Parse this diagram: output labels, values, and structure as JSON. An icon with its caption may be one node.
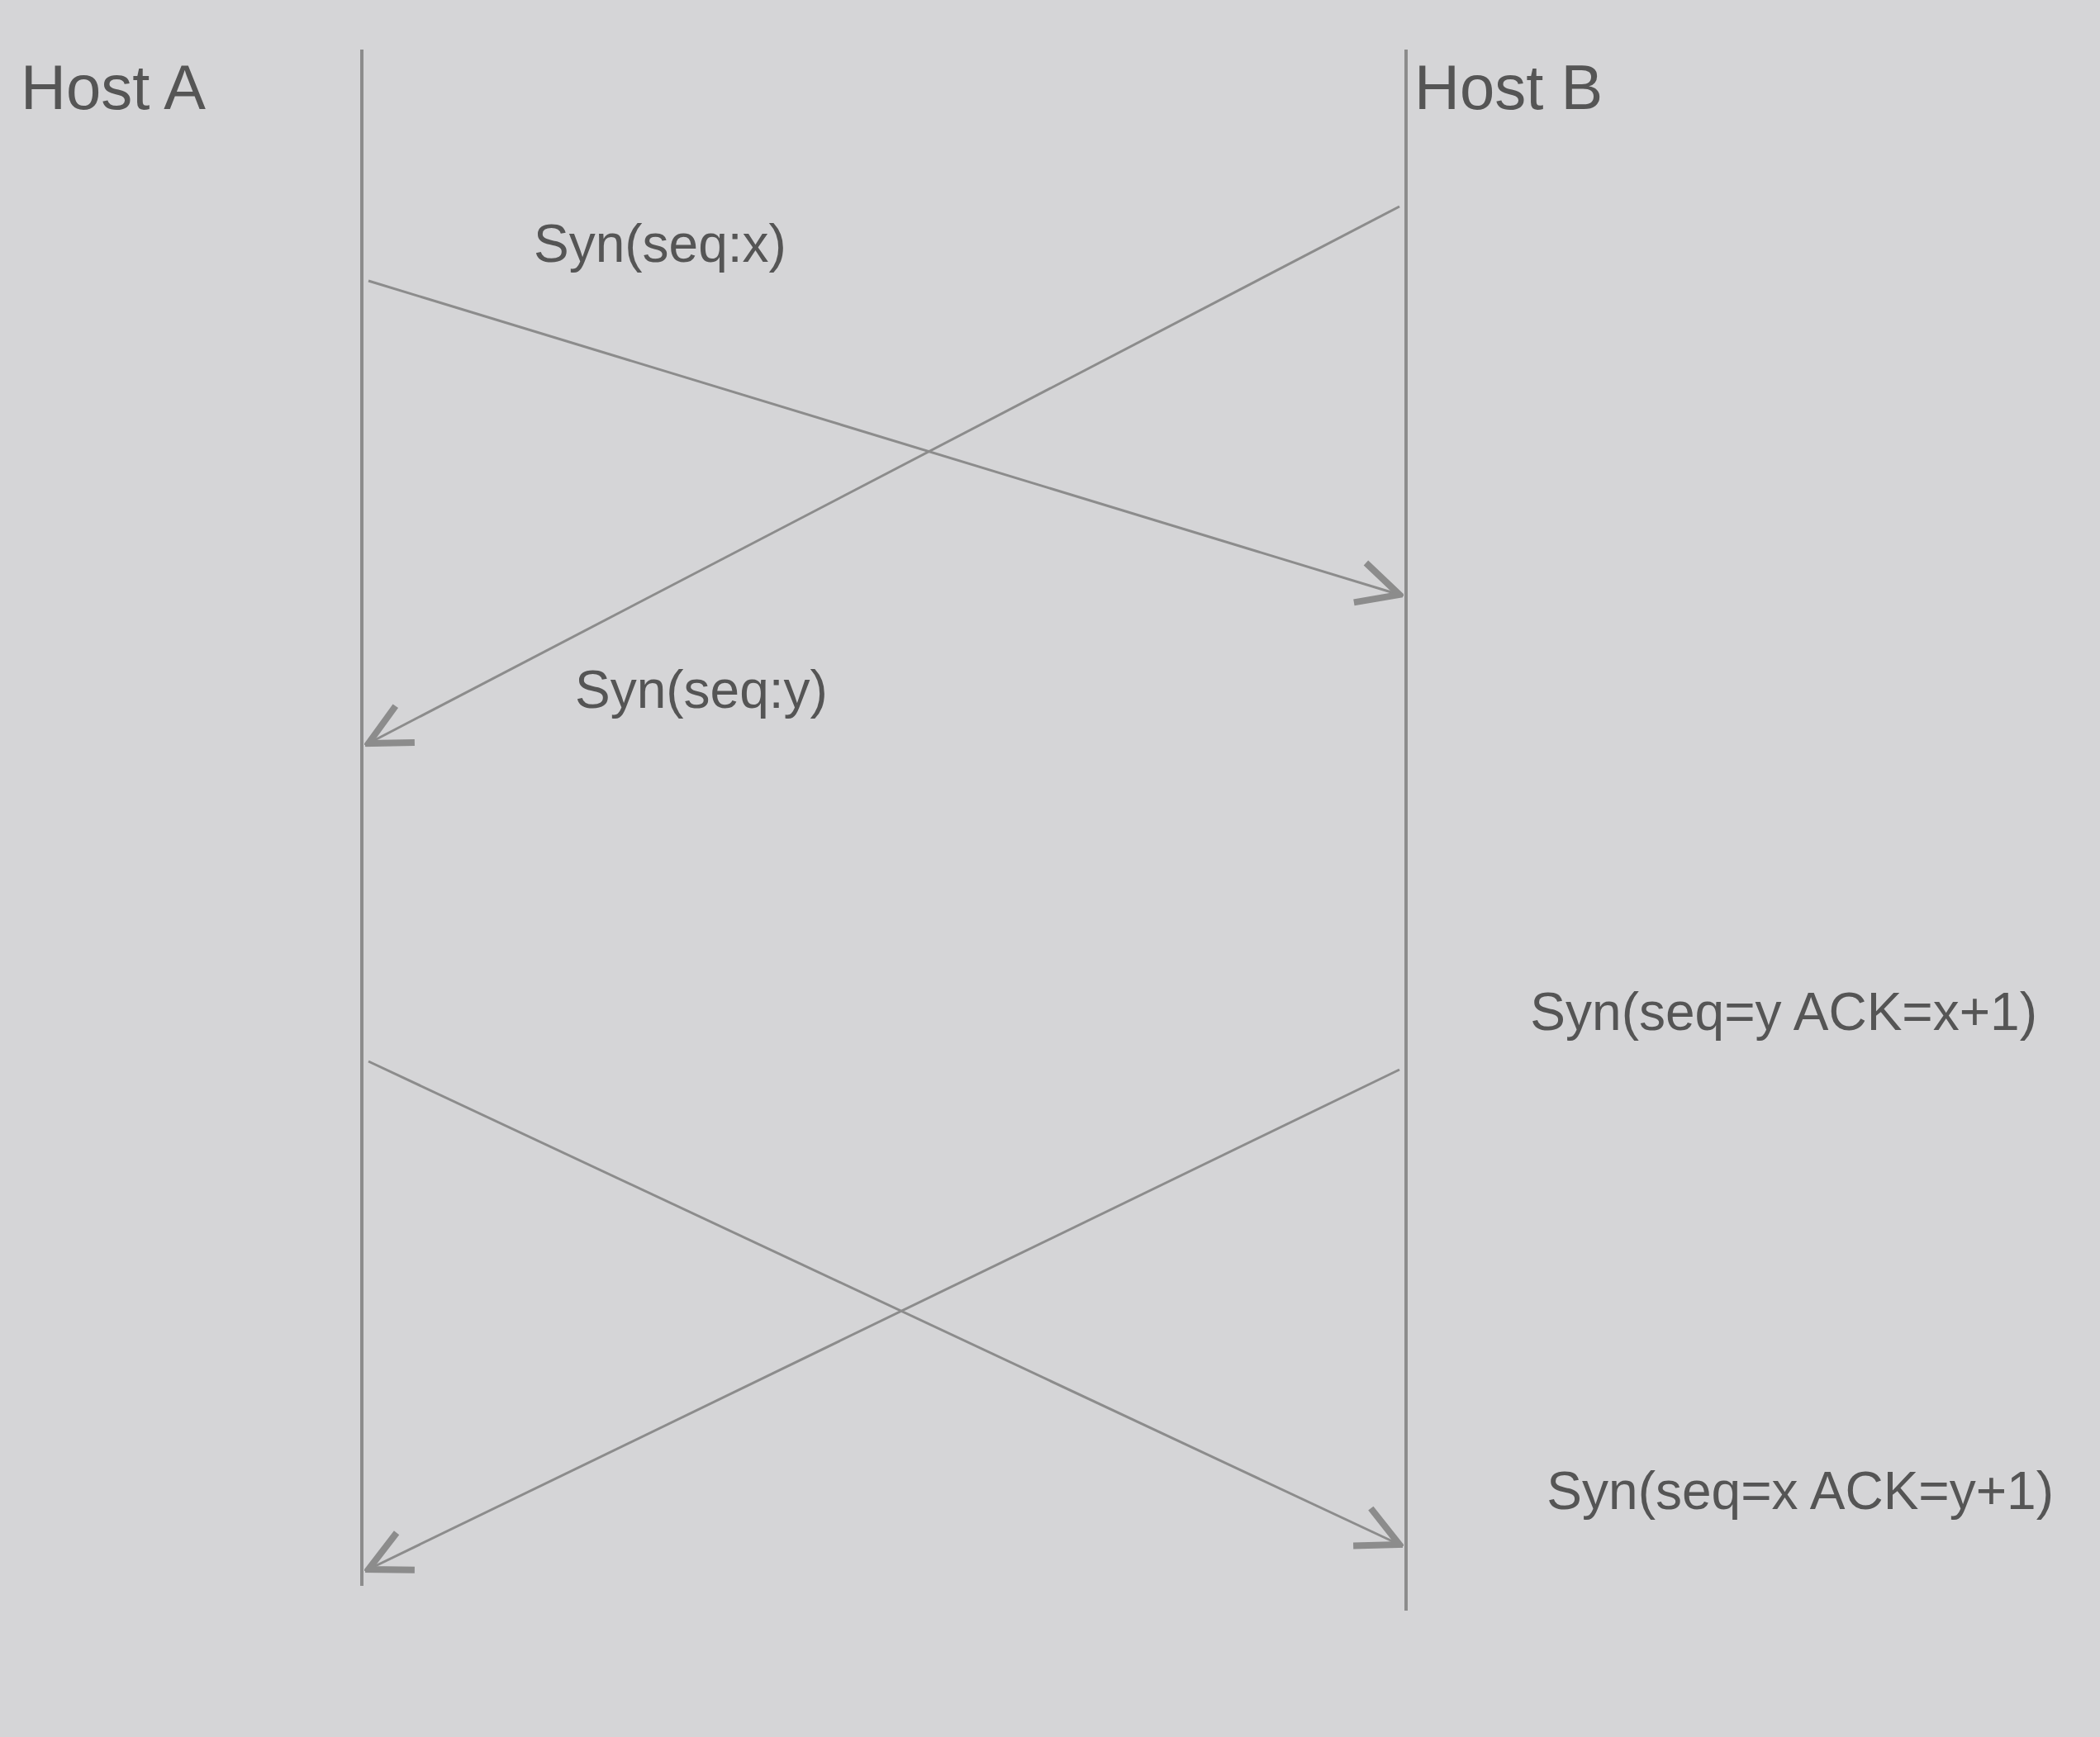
{
  "diagram": {
    "nodes": [
      {
        "text": [
          "Host A"
        ]
      },
      {
        "text": [
          "Host B"
        ]
      }
    ],
    "edges": [
      {
        "from": 0,
        "to": 1,
        "arrow": "to",
        "label": "Syn(seq:x)"
      },
      {
        "from": 1,
        "to": 0,
        "arrow": "to",
        "label": "Syn(seq:y)"
      },
      {
        "from": 0,
        "to": 1,
        "arrow": "to",
        "label": "Syn(seq=x ACK=y+1)"
      },
      {
        "from": 1,
        "to": 0,
        "arrow": "to",
        "label": "Syn(seq=y ACK=x+1)"
      }
    ]
  }
}
